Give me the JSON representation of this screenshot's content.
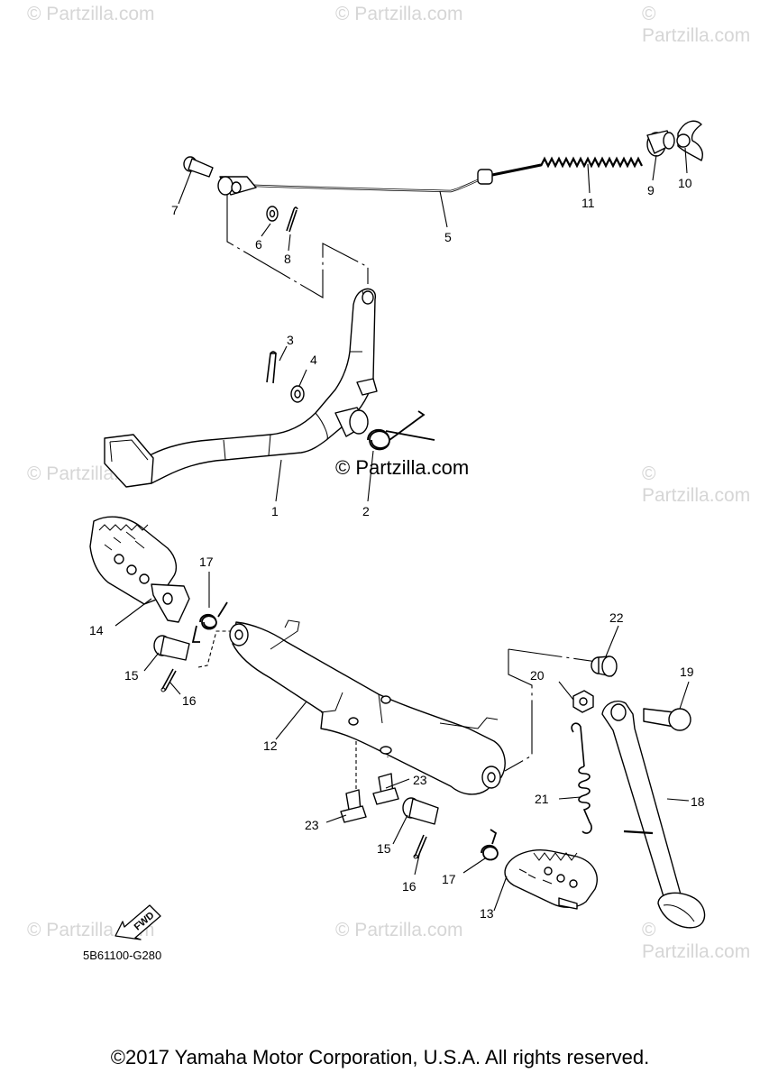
{
  "watermarks": [
    "© Partzilla.com",
    "© Partzilla.com",
    "© Partzilla.com",
    "© Partzilla.com",
    "© Partzilla.com",
    "© Partzilla.com",
    "© Partzilla.com",
    "© Partzilla.com"
  ],
  "center_watermark": "© Partzilla.com",
  "callouts": {
    "c1": "1",
    "c2": "2",
    "c3": "3",
    "c4": "4",
    "c5": "5",
    "c6": "6",
    "c7": "7",
    "c8": "8",
    "c9": "9",
    "c10": "10",
    "c11": "11",
    "c12": "12",
    "c13": "13",
    "c14": "14",
    "c15a": "15",
    "c15b": "15",
    "c16a": "16",
    "c16b": "16",
    "c17a": "17",
    "c17b": "17",
    "c18": "18",
    "c19": "19",
    "c20": "20",
    "c21": "21",
    "c22": "22",
    "c23a": "23",
    "c23b": "23"
  },
  "fwd_label": "FWD",
  "reference_code": "5B61100-G280",
  "copyright": "©2017 Yamaha Motor Corporation, U.S.A. All rights reserved."
}
